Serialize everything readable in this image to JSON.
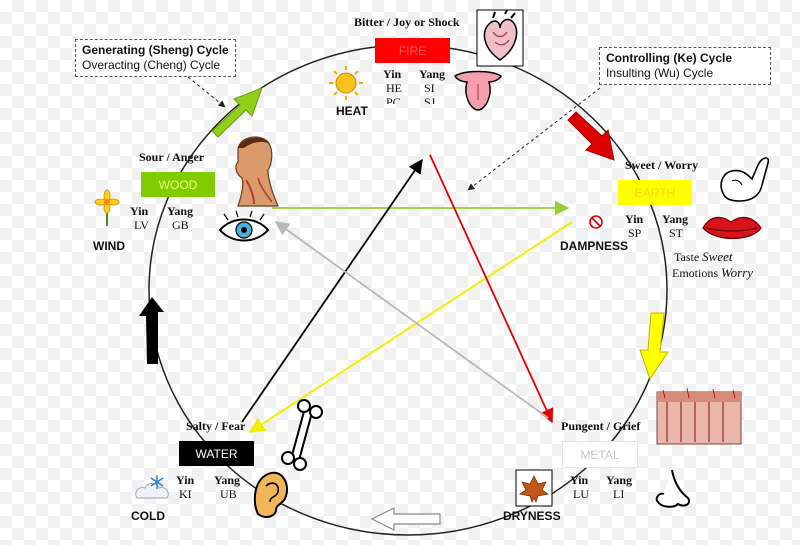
{
  "callouts": {
    "generating_title": "Generating (Sheng) Cycle",
    "generating_sub": "Overacting (Cheng) Cycle",
    "controlling_title": "Controlling (Ke) Cycle",
    "controlling_sub": "Insulting (Wu) Cycle"
  },
  "elements": {
    "fire": {
      "label": "FIRE",
      "emotion": "Bitter / Joy or Shock",
      "yin_label": "Yin",
      "yang_label": "Yang",
      "yin_organ_1": "HE",
      "yin_organ_2": "PC",
      "yang_organ_1": "SI",
      "yang_organ_2": "SJ",
      "climate": "HEAT",
      "color": "#ff0000"
    },
    "earth": {
      "label": "EARTH",
      "emotion": "Sweet / Worry",
      "yin_label": "Yin",
      "yang_label": "Yang",
      "yin_organ": "SP",
      "yang_organ": "ST",
      "climate": "DAMPNESS",
      "taste_prefix": "Taste",
      "taste_word": "Sweet",
      "emotions_prefix": "Emotions",
      "emotions_word": "Worry",
      "color": "#ffff00"
    },
    "metal": {
      "label": "METAL",
      "emotion": "Pungent / Grief",
      "yin_label": "Yin",
      "yang_label": "Yang",
      "yin_organ": "LU",
      "yang_organ": "LI",
      "climate": "DRYNESS",
      "color": "#ffffff"
    },
    "water": {
      "label": "WATER",
      "emotion": "Salty / Fear",
      "yin_label": "Yin",
      "yang_label": "Yang",
      "yin_organ": "KI",
      "yang_organ": "UB",
      "climate": "COLD",
      "color": "#000000"
    },
    "wood": {
      "label": "WOOD",
      "emotion": "Sour / Anger",
      "yin_label": "Yin",
      "yang_label": "Yang",
      "yin_organ": "LV",
      "yang_organ": "GB",
      "climate": "WIND",
      "color": "#80cc00"
    }
  },
  "icons": {
    "fire_images": [
      "heart-icon",
      "tongue-icon",
      "sun-icon"
    ],
    "earth_images": [
      "arm-icon",
      "lips-icon",
      "no-symbol-icon"
    ],
    "metal_images": [
      "skin-tissue-icon",
      "nose-icon",
      "leaf-icon"
    ],
    "water_images": [
      "bone-icon",
      "ear-icon",
      "snowflake-cloud-icon"
    ],
    "wood_images": [
      "head-icon",
      "eye-icon",
      "daffodil-icon"
    ]
  }
}
